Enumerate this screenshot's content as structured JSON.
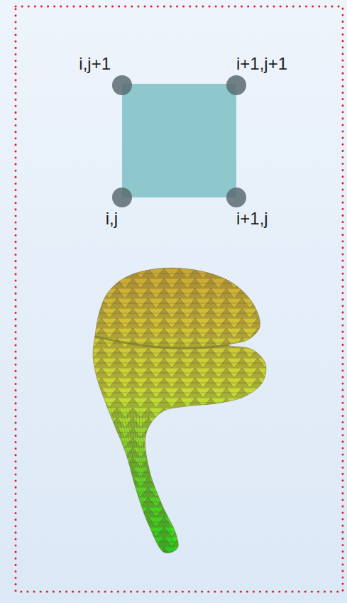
{
  "diagram": {
    "labels": [
      "i,j+1",
      "i+1,j+1",
      "i,j",
      "i+1,j"
    ]
  }
}
